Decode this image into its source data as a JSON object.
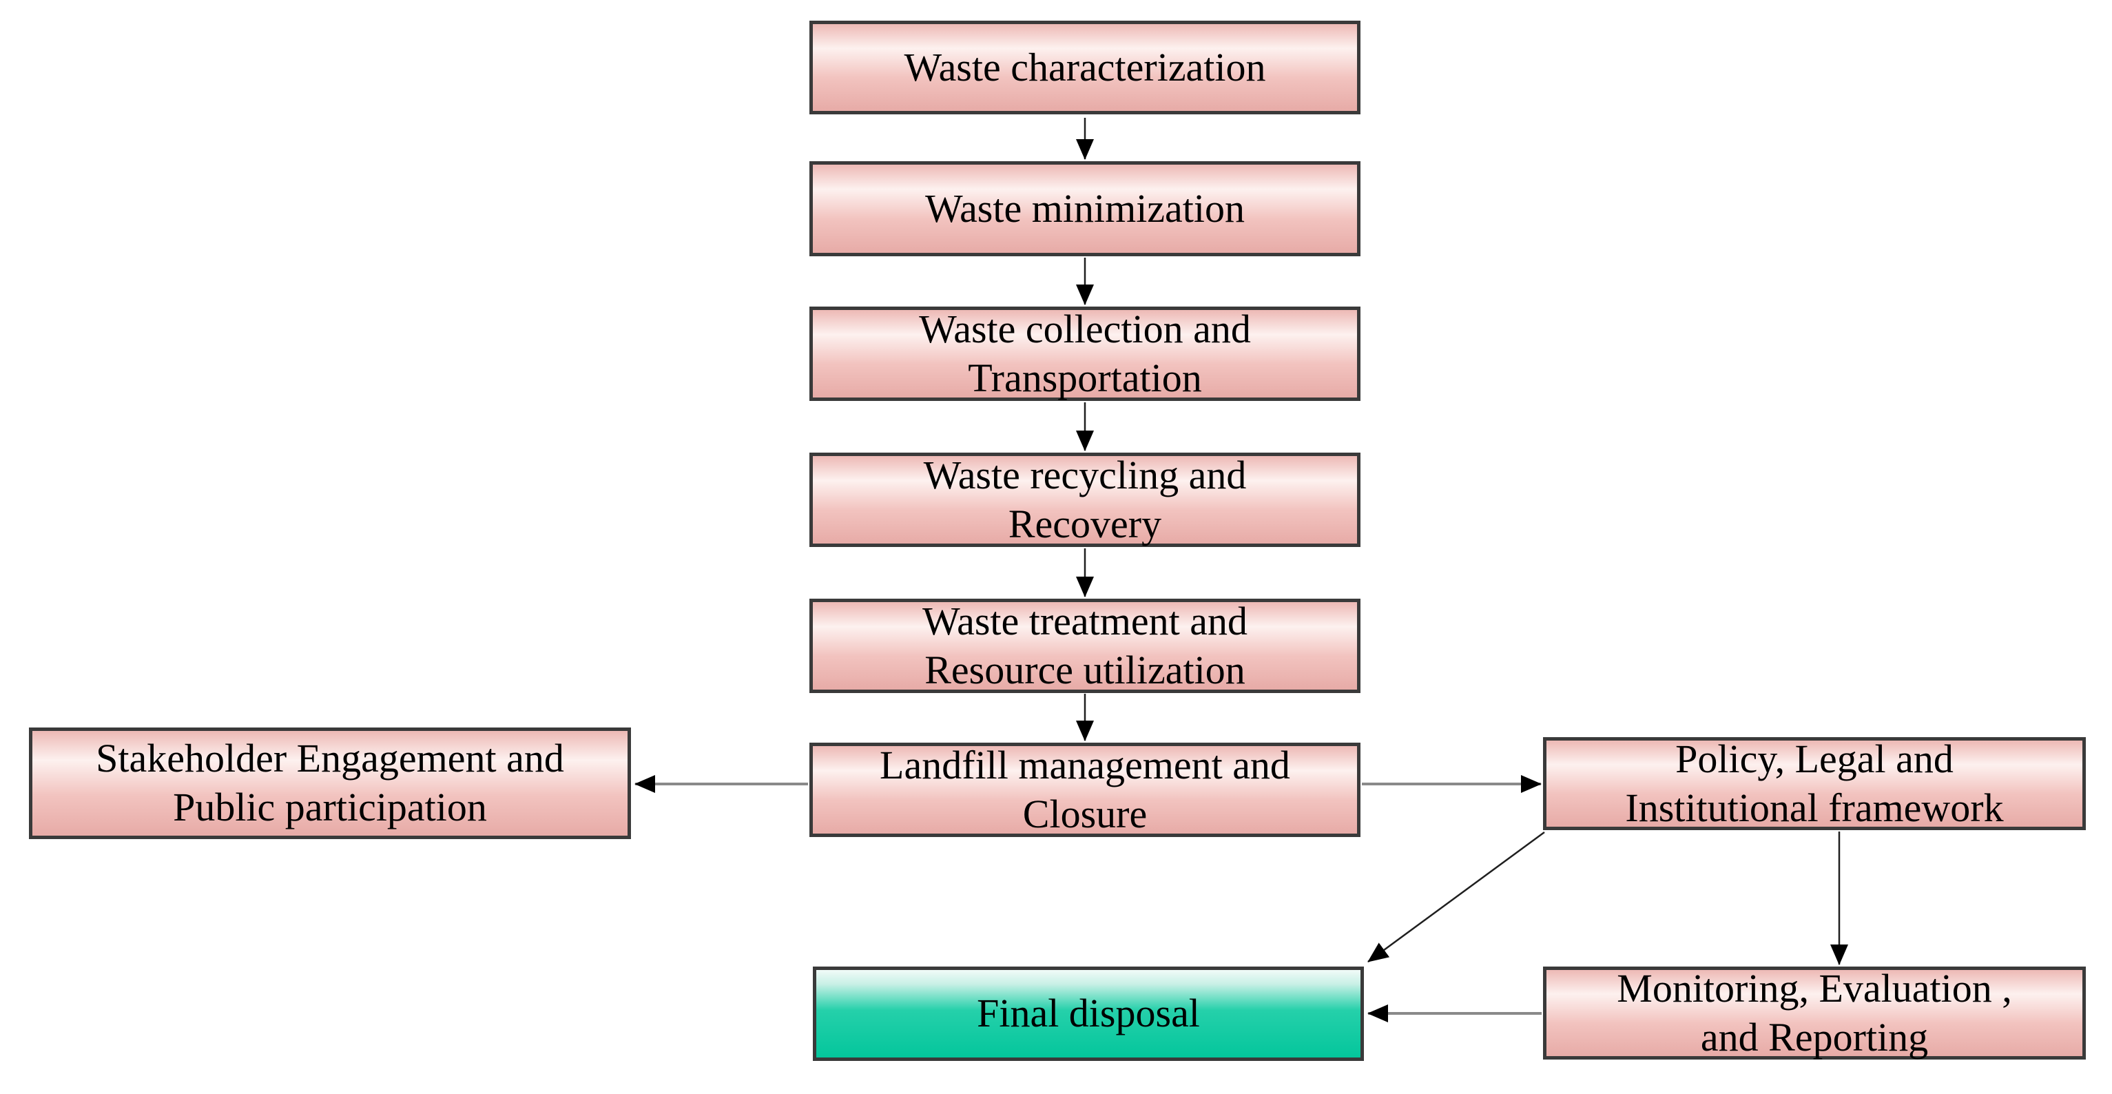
{
  "diagram": {
    "background": "#ffffff",
    "colors": {
      "process_fill_top": "#edb9b5",
      "process_fill_light": "#fdf1ef",
      "process_fill_bottom": "#e7aba7",
      "terminal_fill_top": "#f1fbf8",
      "terminal_fill_bottom": "#04c69c",
      "node_border": "#3a3a3a",
      "connector_dark": "#1f1f1f",
      "connector_gray": "#8a8a8a",
      "arrowhead": "#000000",
      "text": "#000000"
    },
    "nodes": {
      "waste_characterization": {
        "label": "Waste characterization",
        "type": "process"
      },
      "waste_minimization": {
        "label": "Waste minimization",
        "type": "process"
      },
      "waste_collection": {
        "label": "Waste collection and\nTransportation",
        "type": "process"
      },
      "waste_recycling": {
        "label": "Waste recycling and\nRecovery",
        "type": "process"
      },
      "waste_treatment": {
        "label": "Waste treatment and\nResource utilization",
        "type": "process"
      },
      "landfill_management": {
        "label": "Landfill management and\nClosure",
        "type": "process"
      },
      "stakeholder_engagement": {
        "label": "Stakeholder Engagement and\nPublic participation",
        "type": "process"
      },
      "policy_legal": {
        "label": "Policy, Legal and\nInstitutional framework",
        "type": "process"
      },
      "final_disposal": {
        "label": "Final disposal",
        "type": "terminal"
      },
      "monitoring_evaluation": {
        "label": "Monitoring, Evaluation ,\nand Reporting",
        "type": "process"
      }
    },
    "edges": [
      {
        "from": "waste_characterization",
        "to": "waste_minimization"
      },
      {
        "from": "waste_minimization",
        "to": "waste_collection"
      },
      {
        "from": "waste_collection",
        "to": "waste_recycling"
      },
      {
        "from": "waste_recycling",
        "to": "waste_treatment"
      },
      {
        "from": "waste_treatment",
        "to": "landfill_management"
      },
      {
        "from": "landfill_management",
        "to": "stakeholder_engagement"
      },
      {
        "from": "landfill_management",
        "to": "policy_legal"
      },
      {
        "from": "policy_legal",
        "to": "final_disposal"
      },
      {
        "from": "policy_legal",
        "to": "monitoring_evaluation"
      },
      {
        "from": "monitoring_evaluation",
        "to": "final_disposal"
      }
    ]
  }
}
